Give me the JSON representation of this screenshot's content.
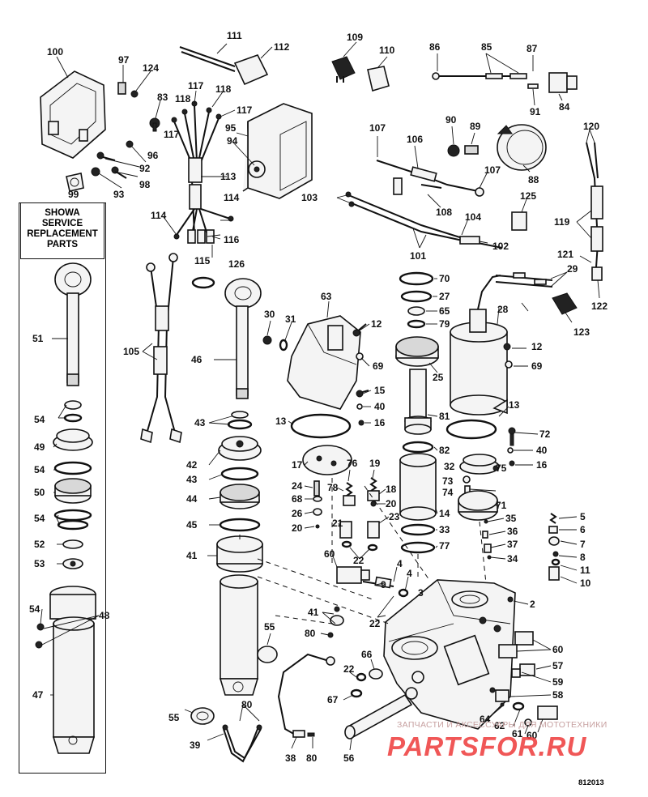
{
  "showa_box": {
    "line1": "SHOWA",
    "line2": "SERVICE",
    "line3": "REPLACEMENT",
    "line4": "PARTS"
  },
  "callouts": {
    "c2": "2",
    "c3": "3",
    "c4a": "4",
    "c4b": "4",
    "c5": "5",
    "c6": "6",
    "c7": "7",
    "c8": "8",
    "c9": "9",
    "c10": "10",
    "c11": "11",
    "c12a": "12",
    "c12b": "12",
    "c13a": "13",
    "c13b": "13",
    "c14": "14",
    "c15": "15",
    "c16a": "16",
    "c16b": "16",
    "c17": "17",
    "c18": "18",
    "c19": "19",
    "c20a": "20",
    "c20b": "20",
    "c21": "21",
    "c22a": "22",
    "c22b": "22",
    "c22c": "22",
    "c23": "23",
    "c24": "24",
    "c25": "25",
    "c26": "26",
    "c27": "27",
    "c28": "28",
    "c29": "29",
    "c30": "30",
    "c31": "31",
    "c32": "32",
    "c33": "33",
    "c34": "34",
    "c35": "35",
    "c36": "36",
    "c37": "37",
    "c38": "38",
    "c39": "39",
    "c40a": "40",
    "c40b": "40",
    "c41a": "41",
    "c41b": "41",
    "c42": "42",
    "c43a": "43",
    "c43b": "43",
    "c44": "44",
    "c45": "45",
    "c46": "46",
    "c47": "47",
    "c48": "48",
    "c49": "49",
    "c50": "50",
    "c51": "51",
    "c52": "52",
    "c53": "53",
    "c54a": "54",
    "c54b": "54",
    "c54c": "54",
    "c54d": "54",
    "c55a": "55",
    "c55b": "55",
    "c56": "56",
    "c57": "57",
    "c58": "58",
    "c59": "59",
    "c60a": "60",
    "c60b": "60",
    "c60c": "60",
    "c61": "61",
    "c62": "62",
    "c63": "63",
    "c64": "64",
    "c65": "65",
    "c66": "66",
    "c67": "67",
    "c68": "68",
    "c69a": "69",
    "c69b": "69",
    "c70": "70",
    "c71": "71",
    "c72": "72",
    "c73": "73",
    "c74": "74",
    "c75": "75",
    "c76": "76",
    "c77": "77",
    "c78": "78",
    "c79": "79",
    "c80a": "80",
    "c80b": "80",
    "c80c": "80",
    "c81": "81",
    "c82": "82",
    "c83": "83",
    "c84": "84",
    "c85": "85",
    "c86": "86",
    "c87": "87",
    "c88": "88",
    "c89": "89",
    "c90": "90",
    "c91": "91",
    "c92": "92",
    "c93": "93",
    "c94": "94",
    "c95": "95",
    "c96": "96",
    "c97": "97",
    "c98": "98",
    "c99": "99",
    "c100": "100",
    "c101": "101",
    "c102": "102",
    "c103": "103",
    "c104": "104",
    "c105": "105",
    "c106": "106",
    "c107a": "107",
    "c107b": "107",
    "c108": "108",
    "c109": "109",
    "c110": "110",
    "c111": "111",
    "c112": "112",
    "c113": "113",
    "c114a": "114",
    "c114b": "114",
    "c115": "115",
    "c116": "116",
    "c117a": "117",
    "c117b": "117",
    "c117c": "117",
    "c118a": "118",
    "c118b": "118",
    "c119": "119",
    "c120": "120",
    "c121": "121",
    "c122": "122",
    "c123": "123",
    "c124": "124",
    "c125": "125",
    "c126": "126"
  },
  "watermark": {
    "line1": "ЗАПЧАСТИ И АКСЕССУАРЫ ДЛЯ МОТОТЕХНИКИ",
    "line2": "PARTSFOR.RU"
  },
  "drawing_code": "812013",
  "colors": {
    "line": "#111111",
    "background": "#ffffff",
    "watermark_red": "#ee3a3a"
  }
}
